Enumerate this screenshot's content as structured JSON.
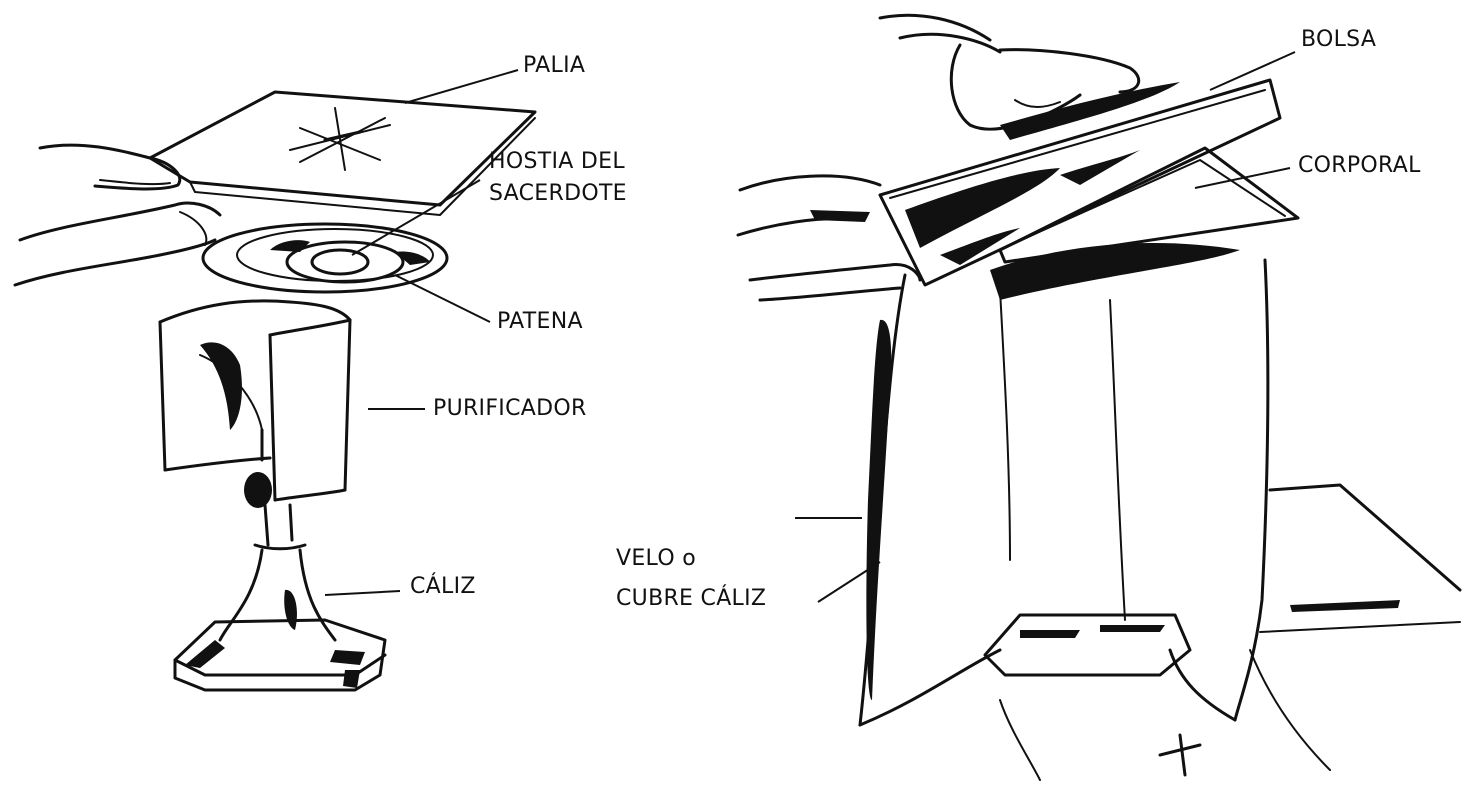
{
  "labels": {
    "palia": "PALIA",
    "hostia_line1": "HOSTIA DEL",
    "hostia_line2": "SACERDOTE",
    "patena": "PATENA",
    "purificador": "PURIFICADOR",
    "caliz": "CÁLIZ",
    "bolsa": "BOLSA",
    "corporal": "CORPORAL",
    "velo_line1": "VELO o",
    "velo_line2": "CUBRE CÁLIZ"
  }
}
